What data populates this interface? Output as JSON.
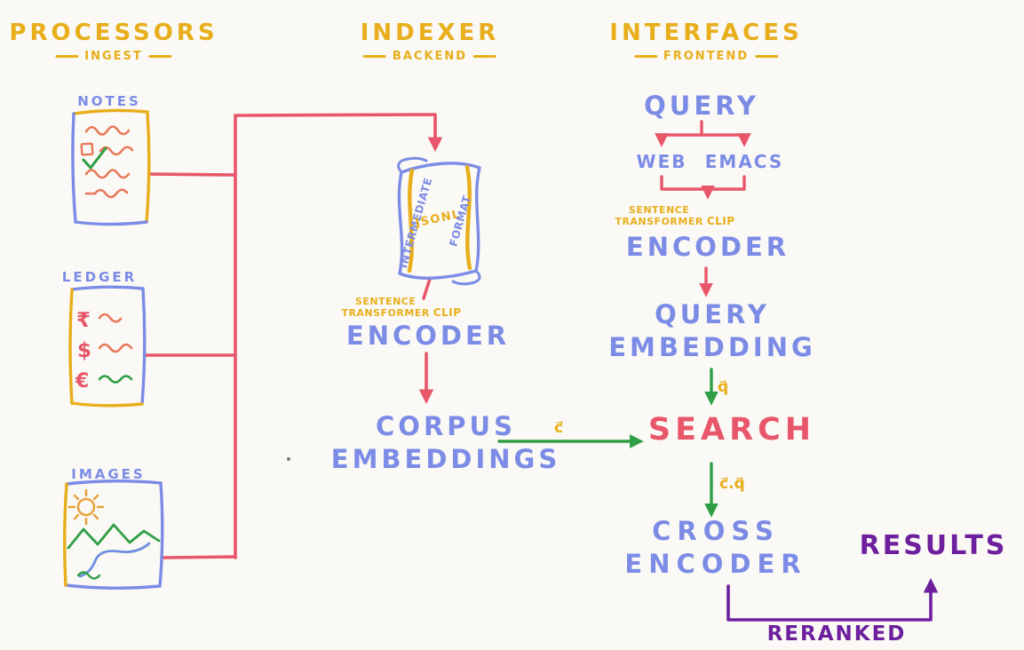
{
  "background": "#faf9f5",
  "palette": {
    "gold": "#e8ae1b",
    "blue": "#7c8ce6",
    "red": "#e8566a",
    "green": "#2f9e44",
    "purple": "#6d1f9e",
    "orange": "#e8795a"
  },
  "headers": {
    "processors": {
      "title": "PROCESSORS",
      "subtitle": "INGEST"
    },
    "indexer": {
      "title": "INDEXER",
      "subtitle": "BACKEND"
    },
    "interfaces": {
      "title": "INTERFACES",
      "subtitle": "FRONTEND"
    }
  },
  "processors": {
    "notes": {
      "label": "NOTES"
    },
    "ledger": {
      "label": "LEDGER",
      "symbols": [
        "₹",
        "$",
        "€"
      ]
    },
    "images": {
      "label": "IMAGES"
    }
  },
  "indexer": {
    "scroll": {
      "left": "INTERMEDIATE",
      "center": "JSONL",
      "right": "FORMAT"
    },
    "model": {
      "line1": "SENTENCE",
      "line2": "TRANSFORMER",
      "clip": "CLIP"
    },
    "encoder": "ENCODER",
    "corpus": {
      "line1": "CORPUS",
      "line2": "EMBEDDINGS"
    }
  },
  "interfaces": {
    "query": "QUERY",
    "clients": {
      "web": "WEB",
      "emacs": "EMACS"
    },
    "model": {
      "line1": "SENTENCE",
      "line2": "TRANSFORMER",
      "clip": "CLIP"
    },
    "encoder": "ENCODER",
    "query_embedding": {
      "line1": "QUERY",
      "line2": "EMBEDDING"
    },
    "search": "SEARCH",
    "cross_encoder": {
      "line1": "CROSS",
      "line2": "ENCODER"
    },
    "results": "RESULTS",
    "reranked": "RERANKED"
  },
  "edge_labels": {
    "corpus_vector": "c⃗",
    "query_vector": "q⃗",
    "similarity": "c⃗.q⃗"
  }
}
